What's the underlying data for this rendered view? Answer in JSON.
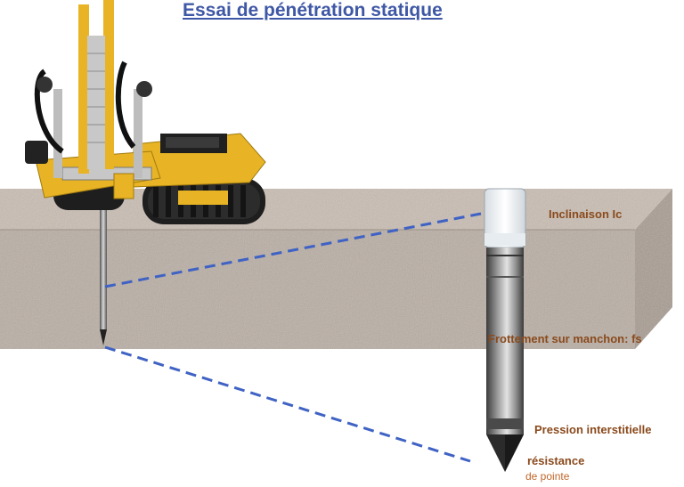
{
  "title": "Essai de pénétration statique",
  "labels": {
    "inclinaison": "Inclinaison Ic",
    "frottement": "Frottement sur manchon: fs",
    "pression": "Pression interstitielle",
    "resistance": "résistance",
    "pointe": "de pointe"
  },
  "colors": {
    "title": "#3f58a6",
    "label": "#8a4a1c",
    "dashed_line": "#3f62c4",
    "soil_front": "#b9aea4",
    "soil_top": "#c9bdb2",
    "soil_side": "#a79b90",
    "machine": "#e8b425"
  },
  "icons": {
    "machine": "cpt-drilling-rig-icon",
    "probe": "cone-penetrometer-icon"
  }
}
